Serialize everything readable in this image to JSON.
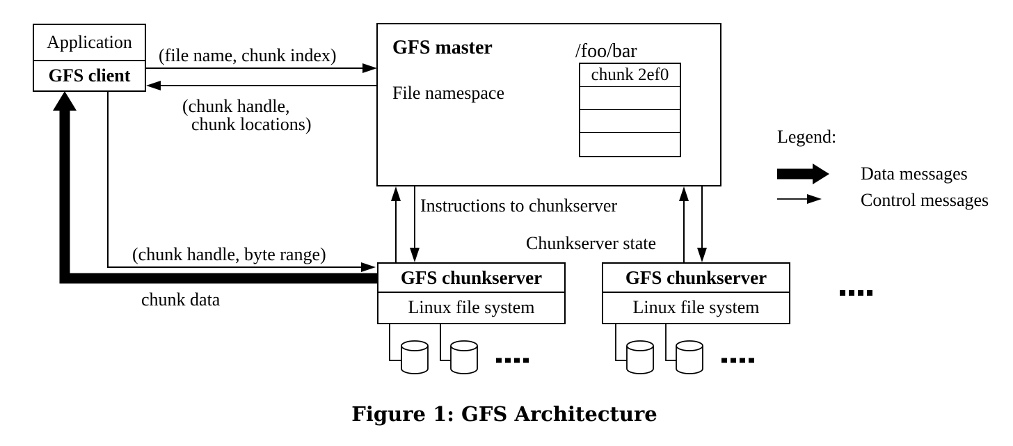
{
  "figure": {
    "caption": "Figure 1: GFS Architecture"
  },
  "client": {
    "app_label": "Application",
    "client_label": "GFS client"
  },
  "master": {
    "title": "GFS master",
    "namespace_label": "File namespace",
    "path_label": "/foo/bar",
    "chunk_table": {
      "rows": [
        "chunk 2ef0",
        "",
        "",
        ""
      ]
    }
  },
  "chunkservers": [
    {
      "title": "GFS chunkserver",
      "fs_label": "Linux file system"
    },
    {
      "title": "GFS chunkserver",
      "fs_label": "Linux file system"
    }
  ],
  "messages": {
    "file_name_chunk_index": "(file name, chunk index)",
    "chunk_handle_locations_line1": "(chunk handle,",
    "chunk_handle_locations_line2": "chunk locations)",
    "instructions_to_chunkserver": "Instructions to chunkserver",
    "chunkserver_state": "Chunkserver state",
    "chunk_handle_byte_range": "(chunk handle, byte range)",
    "chunk_data": "chunk data"
  },
  "legend": {
    "title": "Legend:",
    "data_label": "Data messages",
    "control_label": "Control messages"
  },
  "colors": {
    "ink": "#000000",
    "background": "#ffffff"
  }
}
